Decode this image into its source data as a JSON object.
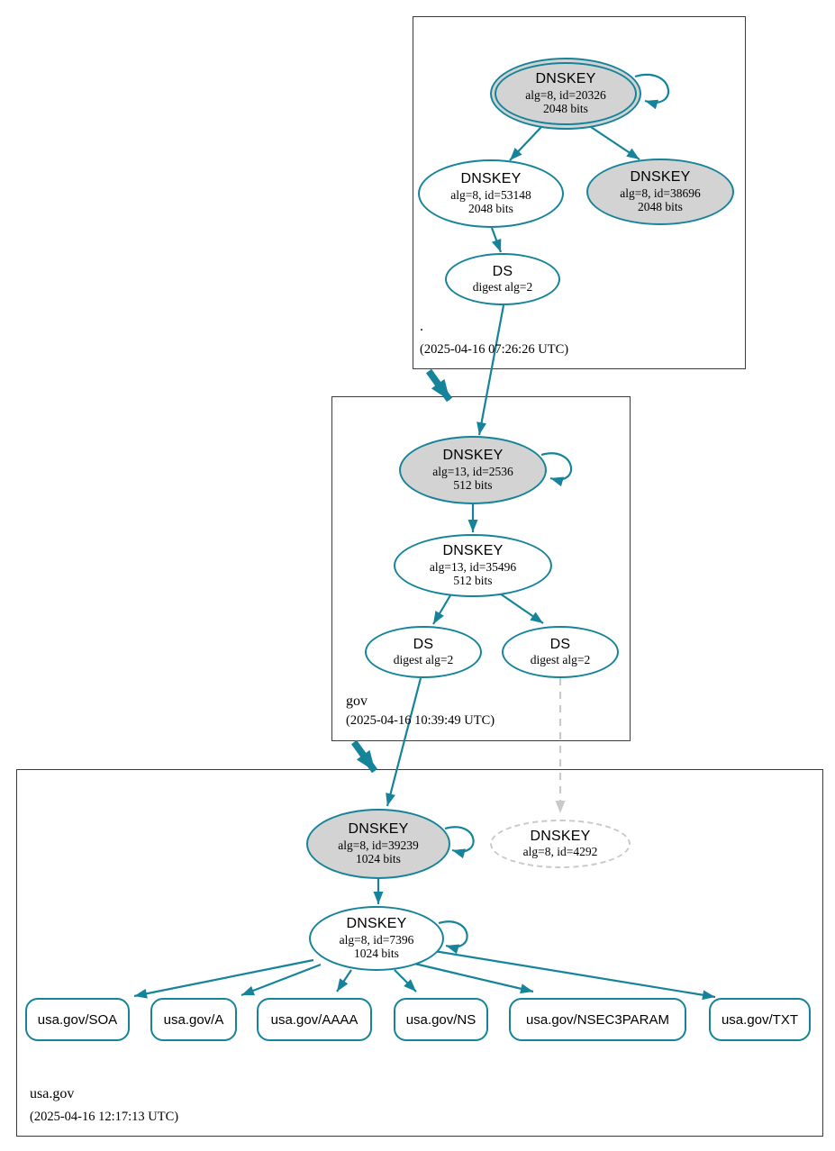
{
  "diagram": {
    "type": "dnssec-authentication-chain",
    "colors": {
      "edge-teal": "#15849a",
      "ksk-fill": "#d3d3d3",
      "missing-gray": "#c9c9c9",
      "box-border": "#3b3b3b",
      "text": "#000000",
      "background": "#ffffff"
    },
    "zones": [
      {
        "name": ".",
        "timestamp": "(2025-04-16 07:26:26 UTC)",
        "nodes": {
          "ksk": {
            "title": "DNSKEY",
            "meta": "alg=8, id=20326",
            "size": "2048 bits"
          },
          "zsk": {
            "title": "DNSKEY",
            "meta": "alg=8, id=53148",
            "size": "2048 bits"
          },
          "extra": {
            "title": "DNSKEY",
            "meta": "alg=8, id=38696",
            "size": "2048 bits"
          },
          "ds": {
            "title": "DS",
            "meta": "digest alg=2"
          }
        }
      },
      {
        "name": "gov",
        "timestamp": "(2025-04-16 10:39:49 UTC)",
        "nodes": {
          "ksk": {
            "title": "DNSKEY",
            "meta": "alg=13, id=2536",
            "size": "512 bits"
          },
          "zsk": {
            "title": "DNSKEY",
            "meta": "alg=13, id=35496",
            "size": "512 bits"
          },
          "ds1": {
            "title": "DS",
            "meta": "digest alg=2"
          },
          "ds2": {
            "title": "DS",
            "meta": "digest alg=2"
          }
        }
      },
      {
        "name": "usa.gov",
        "timestamp": "(2025-04-16 12:17:13 UTC)",
        "nodes": {
          "ksk": {
            "title": "DNSKEY",
            "meta": "alg=8, id=39239",
            "size": "1024 bits"
          },
          "missing": {
            "title": "DNSKEY",
            "meta": "alg=8, id=4292"
          },
          "zsk": {
            "title": "DNSKEY",
            "meta": "alg=8, id=7396",
            "size": "1024 bits"
          }
        },
        "rrsets": [
          "usa.gov/SOA",
          "usa.gov/A",
          "usa.gov/AAAA",
          "usa.gov/NS",
          "usa.gov/NSEC3PARAM",
          "usa.gov/TXT"
        ]
      }
    ]
  }
}
